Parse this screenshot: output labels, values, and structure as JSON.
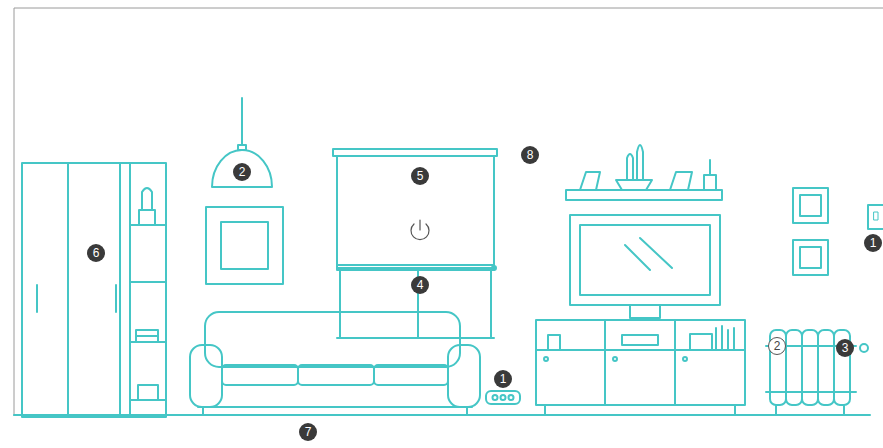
{
  "diagram": {
    "nodes": [
      {
        "text": [
          "8"
        ]
      },
      {
        "text": [
          "2"
        ]
      },
      {
        "text": [
          "5"
        ]
      },
      {
        "text": [
          "1"
        ]
      },
      {
        "text": [
          "6"
        ]
      },
      {
        "text": [
          "4"
        ]
      },
      {
        "text": [
          "2"
        ]
      },
      {
        "text": [
          "3"
        ]
      },
      {
        "text": [
          "1"
        ]
      },
      {
        "text": [
          "7"
        ]
      }
    ]
  }
}
